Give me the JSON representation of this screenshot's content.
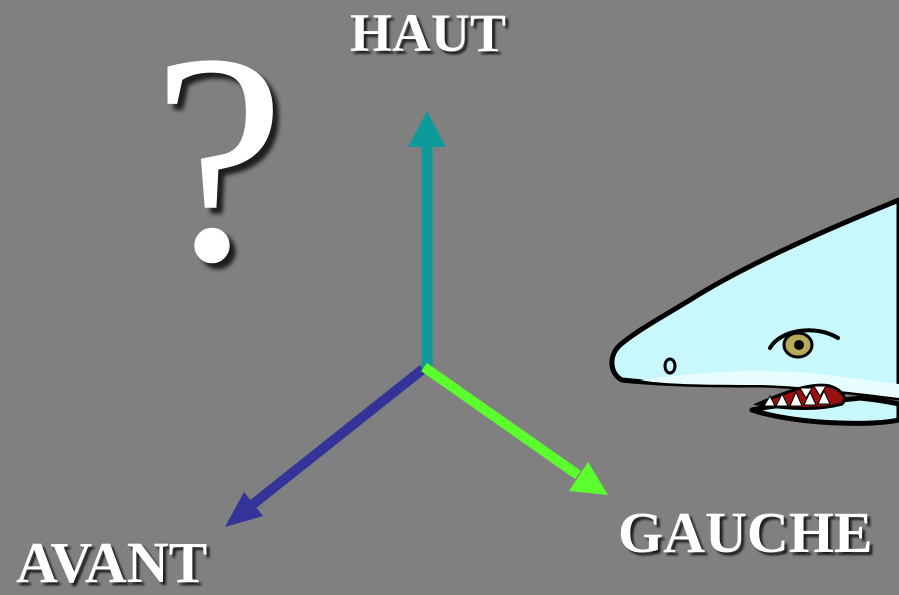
{
  "labels": {
    "up": "HAUT",
    "left": "GAUCHE",
    "front": "AVANT"
  },
  "question_mark": "?",
  "colors": {
    "background": "#808080",
    "up_axis": "#0e9a9a",
    "left_axis": "#5cff2e",
    "front_axis": "#333399",
    "shark_body": "#c8f8fb",
    "shark_outline": "#000000",
    "shark_eye": "#b5a95a",
    "shark_mouth": "#9a1010"
  },
  "icons": [
    "question-mark-icon",
    "shark-icon"
  ]
}
